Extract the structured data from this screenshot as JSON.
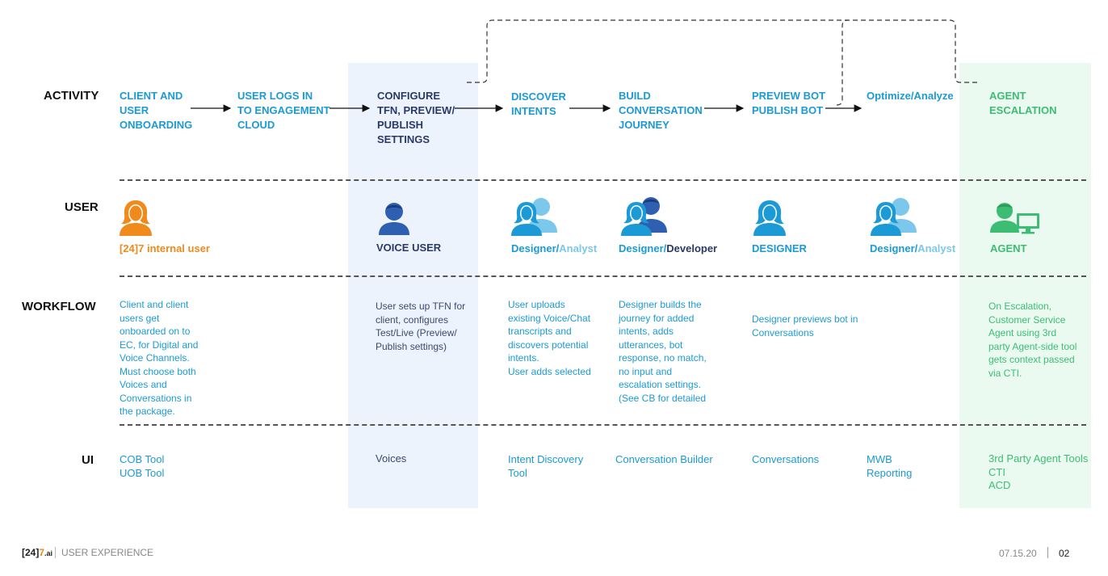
{
  "rows": {
    "activity": "ACTIVITY",
    "user": "USER",
    "workflow": "WORKFLOW",
    "ui": "UI"
  },
  "activities": [
    {
      "label": "CLIENT AND\nUSER\nONBOARDING"
    },
    {
      "label": "USER LOGS IN\nTO ENGAGEMENT\nCLOUD"
    },
    {
      "label": "CONFIGURE\nTFN, PREVIEW/\nPUBLISH\nSETTINGS"
    },
    {
      "label": "DISCOVER\nINTENTS"
    },
    {
      "label": "BUILD\nCONVERSATION\nJOURNEY"
    },
    {
      "label": "PREVIEW BOT\nPUBLISH BOT"
    },
    {
      "label": "Optimize/Analyze"
    },
    {
      "label": "AGENT\nESCALATION"
    }
  ],
  "users": {
    "internal": "[24]7 internal user",
    "voice": "VOICE USER",
    "designer_analyst_1": {
      "a": "Designer/",
      "b": "Analyst"
    },
    "designer_developer": {
      "a": "Designer/",
      "b": "Developer"
    },
    "designer": "DESIGNER",
    "designer_analyst_2": {
      "a": "Designer/",
      "b": "Analyst"
    },
    "agent": "AGENT"
  },
  "workflows": [
    "Client and client\nusers get\nonboarded on to\nEC, for Digital and\nVoice Channels.\nMust choose both\nVoices and\nConversations in\nthe package.",
    "User sets up TFN for\nclient, configures\nTest/Live (Preview/\nPublish settings)",
    "User uploads\nexisting Voice/Chat\ntranscripts and\ndiscovers potential\nintents.\nUser adds selected",
    "Designer builds the\njourney for added\nintents, adds\nutterances, bot\nresponse, no match,\nno input and\nescalation settings.\n(See CB for detailed",
    "Designer previews bot in\nConversations",
    "On Escalation,\nCustomer Service\nAgent using 3rd\nparty Agent-side tool\ngets context passed\nvia CTI."
  ],
  "ui_tools": [
    "COB Tool\nUOB Tool",
    "Voices",
    "Intent Discovery\nTool",
    "Conversation Builder",
    "Conversations",
    "MWB\nReporting",
    "3rd Party Agent Tools\nCTI\nACD"
  ],
  "footer": {
    "logo_a": "[24]",
    "logo_b": "7",
    "logo_c": ".ai",
    "section": "USER EXPERIENCE",
    "date": "07.15.20",
    "page": "02"
  },
  "colors": {
    "blue": "#1b9ad6",
    "navy": "#2a3a66",
    "green": "#3dbd73",
    "orange": "#f08a1c",
    "light_blue": "#7cc8ec"
  }
}
